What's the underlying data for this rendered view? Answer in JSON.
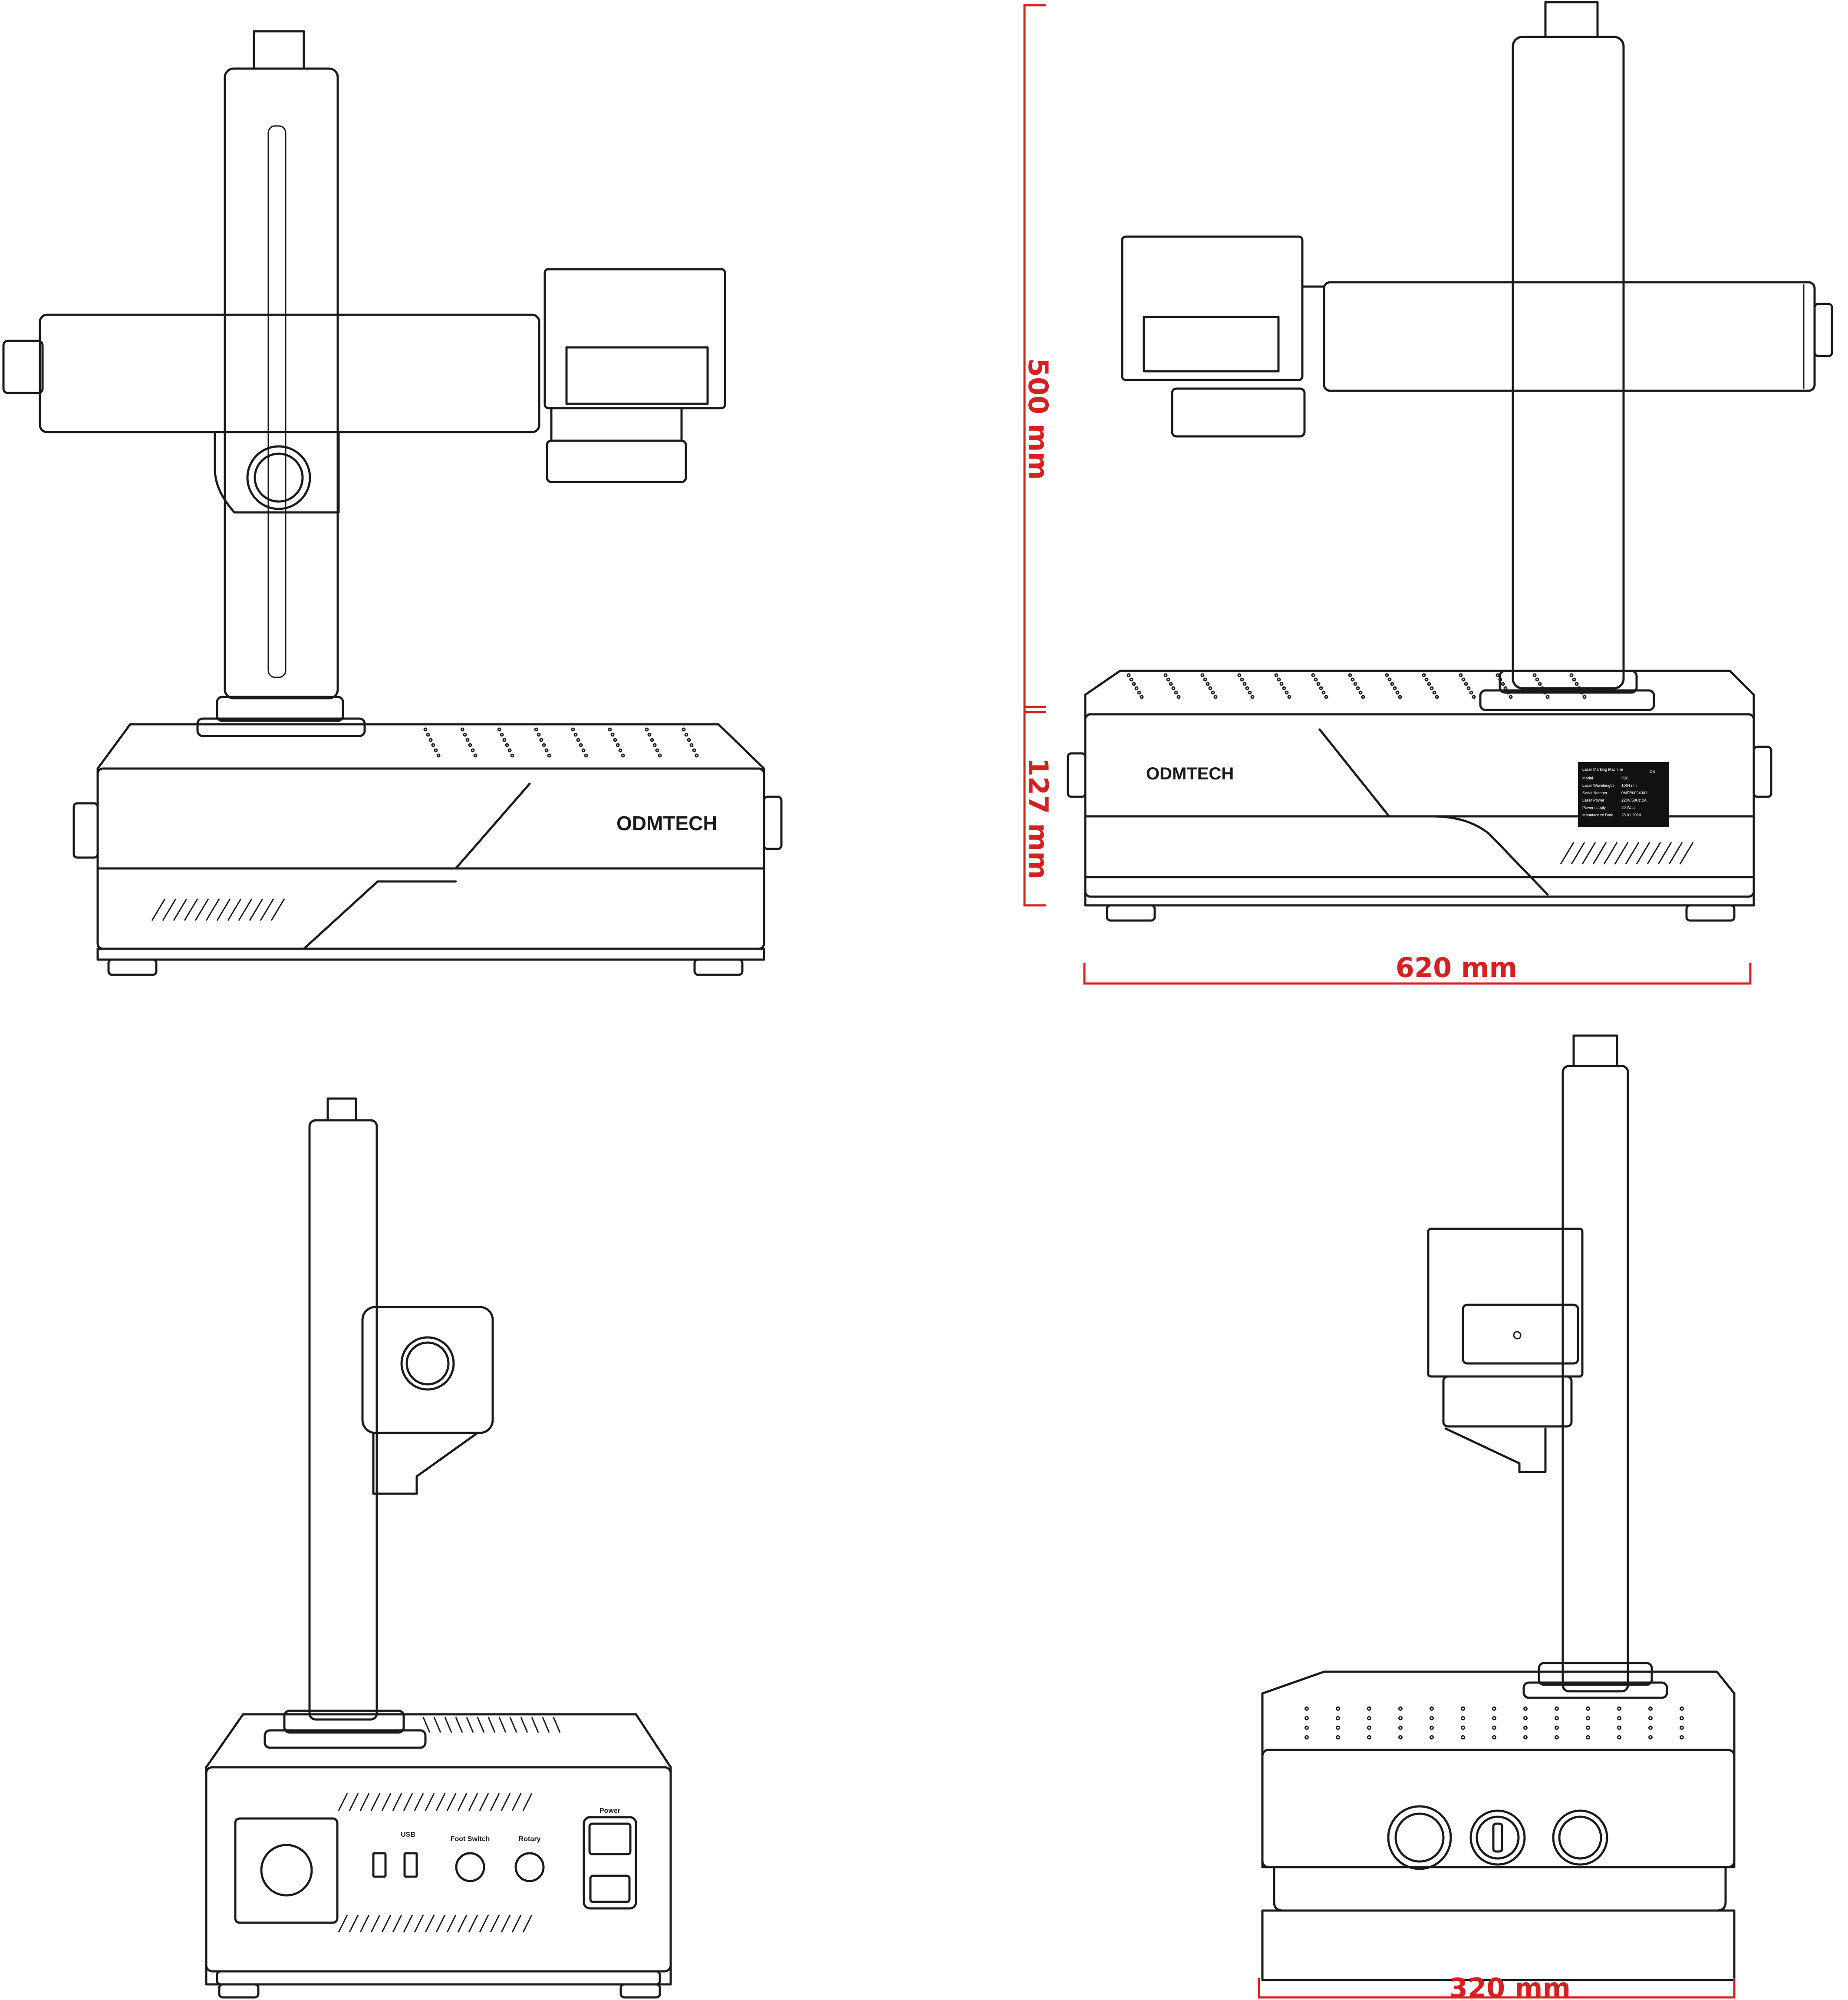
{
  "brand": {
    "name": "ODMTECH"
  },
  "dimensions": {
    "height_column": "500 mm",
    "height_base": "127 mm",
    "width": "620 mm",
    "depth": "320 mm"
  },
  "rear_panel": {
    "usb_label": "USB",
    "foot_switch_label": "Foot Switch",
    "rotary_label": "Rotary",
    "power_label": "Power"
  },
  "nameplate": {
    "title": "Laser Marking Machine",
    "rows": [
      {
        "label": "Model",
        "value": "K20"
      },
      {
        "label": "Laser Wavelength",
        "value": "1064 nm"
      },
      {
        "label": "Serial Number",
        "value": "0MFR0024001"
      },
      {
        "label": "Laser Power",
        "value": "220V/50Hz 2A"
      },
      {
        "label": "Power supply",
        "value": "20 Watt"
      },
      {
        "label": "Manufacture Date",
        "value": "28.01.2024"
      }
    ],
    "cert_mark": "CE"
  },
  "colors": {
    "line": "#1a1a1a",
    "dimension": "#d62020",
    "background": "#ffffff"
  }
}
